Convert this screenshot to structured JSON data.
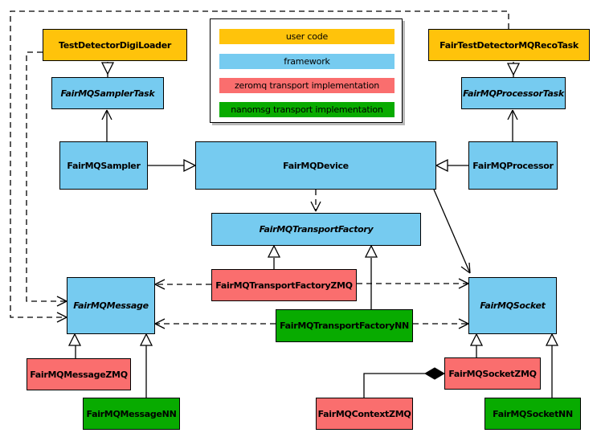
{
  "colors": {
    "user_code": "#FFC30B",
    "framework": "#76CBF0",
    "zeromq": "#FA6E6E",
    "nanomsg": "#08AB00"
  },
  "legend": {
    "items": [
      {
        "label": "user code",
        "color_key": "user_code"
      },
      {
        "label": "framework",
        "color_key": "framework"
      },
      {
        "label": "zeromq transport implementation",
        "color_key": "zeromq"
      },
      {
        "label": "nanomsg transport implementation",
        "color_key": "nanomsg"
      }
    ]
  },
  "nodes": {
    "testDetectorDigiLoader": {
      "label": "TestDetectorDigiLoader",
      "color_key": "user_code",
      "abstract": false
    },
    "fairTestDetectorMQRecoTask": {
      "label": "FairTestDetectorMQRecoTask",
      "color_key": "user_code",
      "abstract": false
    },
    "fairMQSamplerTask": {
      "label": "FairMQSamplerTask",
      "color_key": "framework",
      "abstract": true
    },
    "fairMQProcessorTask": {
      "label": "FairMQProcessorTask",
      "color_key": "framework",
      "abstract": true
    },
    "fairMQSampler": {
      "label": "FairMQSampler",
      "color_key": "framework",
      "abstract": false
    },
    "fairMQDevice": {
      "label": "FairMQDevice",
      "color_key": "framework",
      "abstract": false
    },
    "fairMQProcessor": {
      "label": "FairMQProcessor",
      "color_key": "framework",
      "abstract": false
    },
    "fairMQTransportFactory": {
      "label": "FairMQTransportFactory",
      "color_key": "framework",
      "abstract": true
    },
    "fairMQTransportFactoryZMQ": {
      "label": "FairMQTransportFactoryZMQ",
      "color_key": "zeromq",
      "abstract": false
    },
    "fairMQTransportFactoryNN": {
      "label": "FairMQTransportFactoryNN",
      "color_key": "nanomsg",
      "abstract": false
    },
    "fairMQMessage": {
      "label": "FairMQMessage",
      "color_key": "framework",
      "abstract": true
    },
    "fairMQSocket": {
      "label": "FairMQSocket",
      "color_key": "framework",
      "abstract": true
    },
    "fairMQMessageZMQ": {
      "label": "FairMQMessageZMQ",
      "color_key": "zeromq",
      "abstract": false
    },
    "fairMQMessageNN": {
      "label": "FairMQMessageNN",
      "color_key": "nanomsg",
      "abstract": false
    },
    "fairMQSocketZMQ": {
      "label": "FairMQSocketZMQ",
      "color_key": "zeromq",
      "abstract": false
    },
    "fairMQSocketNN": {
      "label": "FairMQSocketNN",
      "color_key": "nanomsg",
      "abstract": false
    },
    "fairMQContextZMQ": {
      "label": "FairMQContextZMQ",
      "color_key": "zeromq",
      "abstract": false
    }
  },
  "edges": [
    {
      "from": "TestDetectorDigiLoader",
      "to": "FairMQSamplerTask",
      "relation": "inheritance",
      "line": "solid"
    },
    {
      "from": "FairTestDetectorMQRecoTask",
      "to": "FairMQProcessorTask",
      "relation": "inheritance",
      "line": "solid"
    },
    {
      "from": "FairMQSampler",
      "to": "FairMQSamplerTask",
      "relation": "association",
      "line": "solid"
    },
    {
      "from": "FairMQProcessor",
      "to": "FairMQProcessorTask",
      "relation": "association",
      "line": "solid"
    },
    {
      "from": "FairMQSampler",
      "to": "FairMQDevice",
      "relation": "inheritance",
      "line": "solid"
    },
    {
      "from": "FairMQProcessor",
      "to": "FairMQDevice",
      "relation": "inheritance",
      "line": "solid"
    },
    {
      "from": "FairMQDevice",
      "to": "FairMQTransportFactory",
      "relation": "dependency",
      "line": "dashed"
    },
    {
      "from": "FairMQDevice",
      "to": "FairMQSocket",
      "relation": "association",
      "line": "solid"
    },
    {
      "from": "FairMQTransportFactoryZMQ",
      "to": "FairMQTransportFactory",
      "relation": "inheritance",
      "line": "solid"
    },
    {
      "from": "FairMQTransportFactoryNN",
      "to": "FairMQTransportFactory",
      "relation": "inheritance",
      "line": "solid"
    },
    {
      "from": "FairMQTransportFactoryZMQ",
      "to": "FairMQMessage",
      "relation": "dependency",
      "line": "dashed"
    },
    {
      "from": "FairMQTransportFactoryNN",
      "to": "FairMQMessage",
      "relation": "dependency",
      "line": "dashed"
    },
    {
      "from": "FairMQTransportFactoryZMQ",
      "to": "FairMQSocket",
      "relation": "dependency",
      "line": "dashed"
    },
    {
      "from": "FairMQTransportFactoryNN",
      "to": "FairMQSocket",
      "relation": "dependency",
      "line": "dashed"
    },
    {
      "from": "TestDetectorDigiLoader",
      "to": "FairMQMessage",
      "relation": "dependency",
      "line": "dashed"
    },
    {
      "from": "FairTestDetectorMQRecoTask",
      "to": "FairMQMessage",
      "relation": "dependency",
      "line": "dashed"
    },
    {
      "from": "FairMQMessageZMQ",
      "to": "FairMQMessage",
      "relation": "inheritance",
      "line": "solid"
    },
    {
      "from": "FairMQMessageNN",
      "to": "FairMQMessage",
      "relation": "inheritance",
      "line": "solid"
    },
    {
      "from": "FairMQSocketZMQ",
      "to": "FairMQSocket",
      "relation": "inheritance",
      "line": "solid"
    },
    {
      "from": "FairMQSocketNN",
      "to": "FairMQSocket",
      "relation": "inheritance",
      "line": "solid"
    },
    {
      "from": "FairMQSocketZMQ",
      "to": "FairMQContextZMQ",
      "relation": "composition",
      "line": "solid"
    }
  ]
}
